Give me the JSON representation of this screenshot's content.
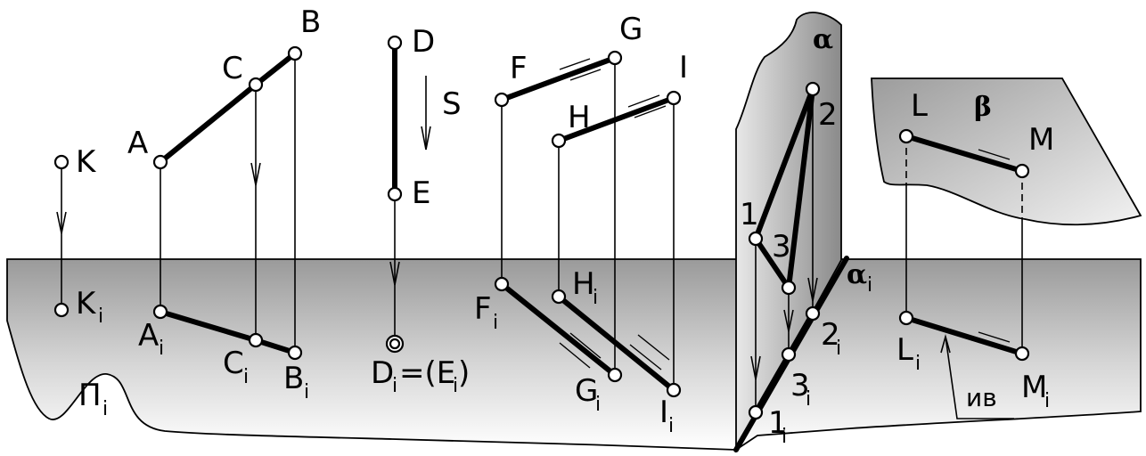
{
  "labels": {
    "K": "K",
    "Ki": "K",
    "i": "i",
    "A": "A",
    "Ai": "A",
    "B": "B",
    "Bi": "B",
    "C": "C",
    "Ci": "C",
    "D": "D",
    "E": "E",
    "S": "S",
    "DiEi": "D",
    "DiEi_mid": "=(E",
    "F": "F",
    "Fi": "F",
    "G": "G",
    "Gi": "G",
    "H": "H",
    "Hi": "H",
    "I": "I",
    "Ii": "I",
    "n1": "1",
    "n2": "2",
    "n3": "3",
    "n1i": "1",
    "n2i": "2",
    "n3i": "3",
    "alpha": "α",
    "alpha_i": "α",
    "beta": "β",
    "L": "L",
    "Li": "L",
    "M": "M",
    "Mi": "M",
    "Pi": "Π",
    "nv": "ив"
  }
}
